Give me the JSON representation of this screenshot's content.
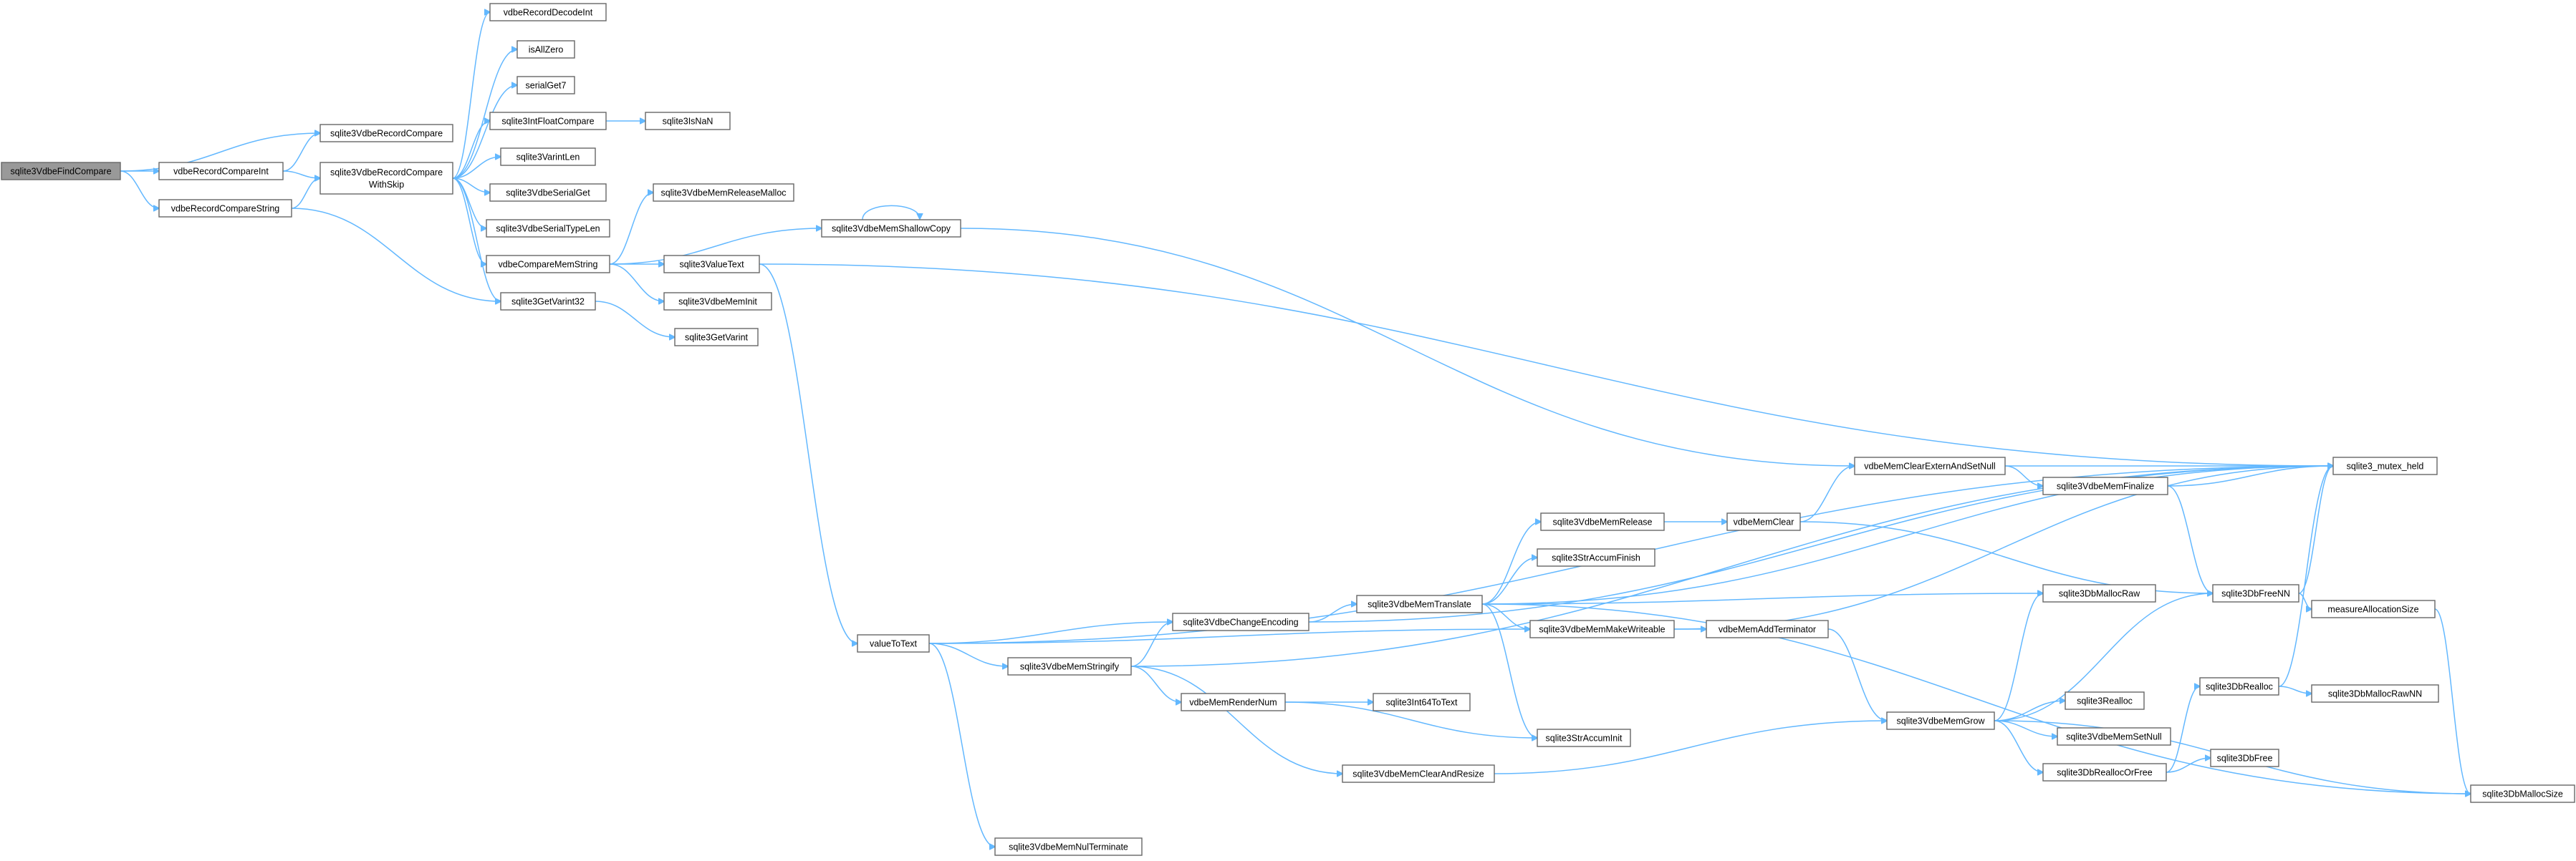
{
  "graph": {
    "nodes": [
      {
        "id": "root",
        "lines": [
          "sqlite3VdbeFindCompare"
        ]
      },
      {
        "id": "vrci",
        "lines": [
          "vdbeRecordCompareInt"
        ]
      },
      {
        "id": "vrcs",
        "lines": [
          "vdbeRecordCompareString"
        ]
      },
      {
        "id": "svrc",
        "lines": [
          "sqlite3VdbeRecordCompare"
        ]
      },
      {
        "id": "svrcws",
        "lines": [
          "sqlite3VdbeRecordCompare",
          "WithSkip"
        ]
      },
      {
        "id": "vrdi",
        "lines": [
          "vdbeRecordDecodeInt"
        ]
      },
      {
        "id": "iaz",
        "lines": [
          "isAllZero"
        ]
      },
      {
        "id": "sg7",
        "lines": [
          "serialGet7"
        ]
      },
      {
        "id": "sifc",
        "lines": [
          "sqlite3IntFloatCompare"
        ]
      },
      {
        "id": "isnan",
        "lines": [
          "sqlite3IsNaN"
        ]
      },
      {
        "id": "svl",
        "lines": [
          "sqlite3VarintLen"
        ]
      },
      {
        "id": "svsg",
        "lines": [
          "sqlite3VdbeSerialGet"
        ]
      },
      {
        "id": "svstl",
        "lines": [
          "sqlite3VdbeSerialTypeLen"
        ]
      },
      {
        "id": "vcms",
        "lines": [
          "vdbeCompareMemString"
        ]
      },
      {
        "id": "sgv32",
        "lines": [
          "sqlite3GetVarint32"
        ]
      },
      {
        "id": "sgv",
        "lines": [
          "sqlite3GetVarint"
        ]
      },
      {
        "id": "svmrm",
        "lines": [
          "sqlite3VdbeMemReleaseMalloc"
        ]
      },
      {
        "id": "svmsc",
        "lines": [
          "sqlite3VdbeMemShallowCopy"
        ]
      },
      {
        "id": "svt",
        "lines": [
          "sqlite3ValueText"
        ]
      },
      {
        "id": "svmi",
        "lines": [
          "sqlite3VdbeMemInit"
        ]
      },
      {
        "id": "vtt",
        "lines": [
          "valueToText"
        ]
      },
      {
        "id": "svmnt",
        "lines": [
          "sqlite3VdbeMemNulTerminate"
        ]
      },
      {
        "id": "svms",
        "lines": [
          "sqlite3VdbeMemStringify"
        ]
      },
      {
        "id": "svce",
        "lines": [
          "sqlite3VdbeChangeEncoding"
        ]
      },
      {
        "id": "vmrn",
        "lines": [
          "vdbeMemRenderNum"
        ]
      },
      {
        "id": "svmcar",
        "lines": [
          "sqlite3VdbeMemClearAndResize"
        ]
      },
      {
        "id": "svmt",
        "lines": [
          "sqlite3VdbeMemTranslate"
        ]
      },
      {
        "id": "si64",
        "lines": [
          "sqlite3Int64ToText"
        ]
      },
      {
        "id": "ssai",
        "lines": [
          "sqlite3StrAccumInit"
        ]
      },
      {
        "id": "svmr",
        "lines": [
          "sqlite3VdbeMemRelease"
        ]
      },
      {
        "id": "ssaf",
        "lines": [
          "sqlite3StrAccumFinish"
        ]
      },
      {
        "id": "svmmw",
        "lines": [
          "sqlite3VdbeMemMakeWriteable"
        ]
      },
      {
        "id": "vmat",
        "lines": [
          "vdbeMemAddTerminator"
        ]
      },
      {
        "id": "vmc",
        "lines": [
          "vdbeMemClear"
        ]
      },
      {
        "id": "vmcesn",
        "lines": [
          "vdbeMemClearExternAndSetNull"
        ]
      },
      {
        "id": "svmf",
        "lines": [
          "sqlite3VdbeMemFinalize"
        ]
      },
      {
        "id": "svmg",
        "lines": [
          "sqlite3VdbeMemGrow"
        ]
      },
      {
        "id": "sdmr",
        "lines": [
          "sqlite3DbMallocRaw"
        ]
      },
      {
        "id": "sdfnn",
        "lines": [
          "sqlite3DbFreeNN"
        ]
      },
      {
        "id": "sre",
        "lines": [
          "sqlite3Realloc"
        ]
      },
      {
        "id": "svmsn",
        "lines": [
          "sqlite3VdbeMemSetNull"
        ]
      },
      {
        "id": "sdrof",
        "lines": [
          "sqlite3DbReallocOrFree"
        ]
      },
      {
        "id": "sdr",
        "lines": [
          "sqlite3DbRealloc"
        ]
      },
      {
        "id": "sdf",
        "lines": [
          "sqlite3DbFree"
        ]
      },
      {
        "id": "smh",
        "lines": [
          "sqlite3_mutex_held"
        ]
      },
      {
        "id": "mas",
        "lines": [
          "measureAllocationSize"
        ]
      },
      {
        "id": "sdmrnn",
        "lines": [
          "sqlite3DbMallocRawNN"
        ]
      },
      {
        "id": "sdms",
        "lines": [
          "sqlite3DbMallocSize"
        ]
      }
    ]
  },
  "colors": {
    "edge": "#63b8ff",
    "node_border": "#666666",
    "root_fill": "#999999",
    "node_fill": "#ffffff"
  }
}
